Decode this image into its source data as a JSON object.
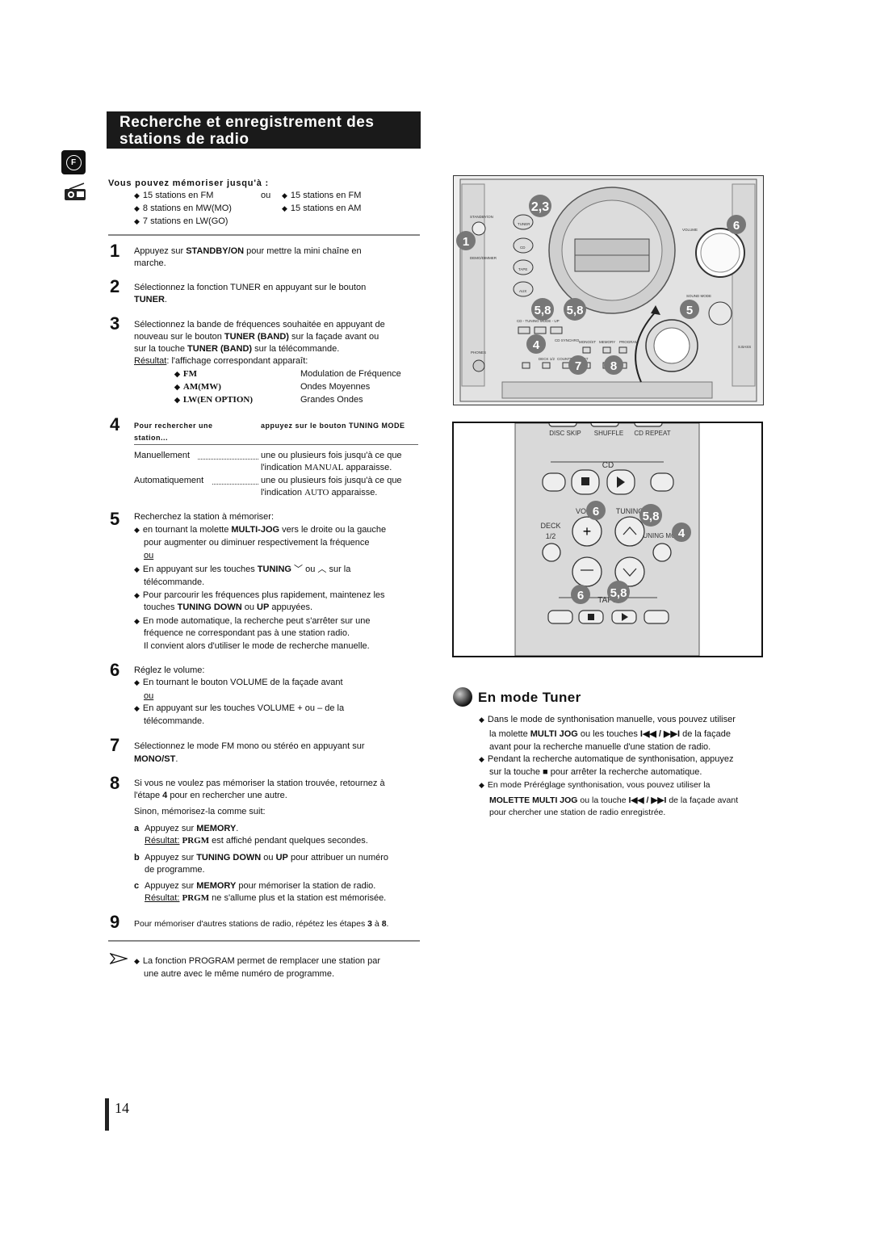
{
  "title": {
    "line1": "Recherche et enregistrement des",
    "line2": "stations de radio"
  },
  "lang_badge": "F",
  "memory": {
    "heading": "Vous pouvez mémoriser jusqu'à :",
    "left": [
      "15 stations en FM",
      "8 stations en MW(MO)",
      "7 stations en LW(GO)"
    ],
    "or": "ou",
    "right": [
      "15 stations en FM",
      "15 stations en AM"
    ]
  },
  "steps": {
    "s1": {
      "num": "1",
      "a": "Appuyez sur ",
      "b": "STANDBY/ON",
      "c": " pour mettre la mini chaîne en",
      "d": "marche."
    },
    "s2": {
      "num": "2",
      "a": "Sélectionnez la fonction TUNER en appuyant sur le bouton",
      "b": "TUNER",
      "c": "."
    },
    "s3": {
      "num": "3",
      "l1": "Sélectionnez la bande de fréquences souhaitée en appuyant de",
      "l2a": "nouveau sur le bouton ",
      "l2b": "TUNER (BAND)",
      "l2c": " sur la façade avant ou",
      "l3a": "sur la touche ",
      "l3b": "TUNER (BAND)",
      "l3c": " sur la télécommande.",
      "l4a": "Résultat",
      "l4b": ": l'affichage correspondant apparaît:",
      "bands": [
        {
          "code": "FM",
          "desc": "Modulation de Fréquence"
        },
        {
          "code": "AM(MW)",
          "desc": "Ondes Moyennes"
        },
        {
          "code": "LW(EN OPTION)",
          "desc": "Grandes Ondes"
        }
      ]
    },
    "s4": {
      "num": "4",
      "h1": "Pour rechercher une",
      "h2": "station...",
      "h3": "appuyez sur le bouton TUNING MODE",
      "r1": {
        "label": "Manuellement",
        "a": "une ou plusieurs fois jusqu'à ce que",
        "b": "l'indication ",
        "c": "MANUAL",
        "d": " apparaisse."
      },
      "r2": {
        "label": "Automatiquement",
        "a": "une ou plusieurs fois jusqu'à ce que",
        "b": "l'indication ",
        "c": "AUTO",
        "d": " apparaisse."
      }
    },
    "s5": {
      "num": "5",
      "l1": "Recherchez la station à mémoriser:",
      "b1a": "en tournant la molette ",
      "b1b": "MULTI-JOG",
      "b1c": " vers le droite ou la gauche",
      "b1d": "pour augmenter ou diminuer respectivement la fréquence",
      "ou": "ou",
      "b2a": "En appuyant sur les touches ",
      "b2b": "TUNING",
      "b2c": " ou ",
      "b2d": " sur la",
      "b2e": "télécommande.",
      "b3a": "Pour parcourir les fréquences plus rapidement, maintenez les",
      "b3b": "touches ",
      "b3c": "TUNING DOWN",
      "b3d": " ou ",
      "b3e": "UP",
      "b3f": " appuyées.",
      "b4a": "En mode automatique, la recherche peut s'arrêter sur une",
      "b4b": "fréquence ne correspondant pas à une station radio.",
      "b4c": "Il convient alors d'utiliser le mode de recherche manuelle."
    },
    "s6": {
      "num": "6",
      "l1": "Réglez le volume:",
      "b1": "En tournant le bouton VOLUME de la façade avant",
      "ou": "ou",
      "b2a": "En appuyant sur les touches VOLUME + ou – de la",
      "b2b": "télécommande."
    },
    "s7": {
      "num": "7",
      "l1": "Sélectionnez le mode FM mono ou stéréo en appuyant sur",
      "l2": "MONO/ST",
      "l3": "."
    },
    "s8": {
      "num": "8",
      "l1": "Si vous ne voulez pas mémoriser la station trouvée, retournez à",
      "l2a": "l'étape ",
      "l2b": "4",
      "l2c": " pour en rechercher une autre.",
      "l3": "Sinon, mémorisez-la comme suit:",
      "a": {
        "letter": "a",
        "t1": "Appuyez sur ",
        "t2": "MEMORY",
        "t3": ".",
        "r1": "Résultat:",
        "r2": "PRGM",
        "r3": " est affiché pendant quelques secondes."
      },
      "b": {
        "letter": "b",
        "t1": "Appuyez sur ",
        "t2": "TUNING DOWN",
        "t3": " ou ",
        "t4": "UP",
        "t5": " pour attribuer un numéro",
        "t6": "de programme."
      },
      "c": {
        "letter": "c",
        "t1": "Appuyez sur ",
        "t2": "MEMORY",
        "t3": " pour mémoriser la station de radio.",
        "r1": "Résultat:",
        "r2": "PRGM",
        "r3": " ne s'allume plus et la station est mémorisée."
      }
    },
    "s9": {
      "num": "9",
      "a": "Pour mémoriser d'autres stations de radio, répétez les étapes ",
      "b": "3",
      "c": " à ",
      "d": "8",
      "e": "."
    }
  },
  "note": {
    "a": "La fonction PROGRAM  permet de remplacer une station par",
    "b": "une autre avec le même numéro de programme."
  },
  "en_mode": {
    "heading": "En mode Tuner",
    "p1a": "Dans le mode de synthonisation manuelle, vous pouvez utiliser",
    "p1b": "la molette ",
    "p1c": "MULTI JOG",
    "p1d": " ou les touches ",
    "p1e": "I◀◀ / ▶▶I",
    "p1f": " de la façade",
    "p1g": "avant pour la recherche manuelle d'une station de radio.",
    "p2a": "Pendant la recherche automatique de synthonisation, appuyez",
    "p2b": "sur la touche ",
    "p2c": "■",
    "p2d": " pour arrêter la recherche automatique.",
    "p3a": "En mode Préréglage synthonisation, vous pouvez utiliser la",
    "p3b": "MOLETTE MULTI JOG",
    "p3c": " ou la touche ",
    "p3d": "I◀◀ / ▶▶I",
    "p3e": " de la façade avant",
    "p3f": "pour chercher une station de radio enregistrée."
  },
  "panel": {
    "callouts": [
      "2,3",
      "1",
      "6",
      "5,8",
      "5,8",
      "5",
      "4",
      "7",
      "8"
    ],
    "labels": [
      "STANDBY/ON",
      "TUNER",
      "CD",
      "TAPE",
      "AUX",
      "VOLUME",
      "SOUND MODE",
      "PHONES",
      "MONO/ST",
      "MEMORY",
      "PROGRAM",
      "CD SYNCHRO",
      "DECK 1/2",
      "COUNTER RESET",
      "CD - TUNING MODE - UP",
      "DEMO/DIMMER",
      "S.BASS"
    ]
  },
  "remote": {
    "labels": [
      "DISC SKIP",
      "SHUFFLE",
      "CD REPEAT",
      "CD",
      "VOL",
      "TUNING",
      "DECK",
      "1/2",
      "TUNING MODE",
      "TAPE"
    ],
    "callouts": [
      "6",
      "5,8",
      "4",
      "6",
      "5,8"
    ]
  },
  "page_number": "14"
}
